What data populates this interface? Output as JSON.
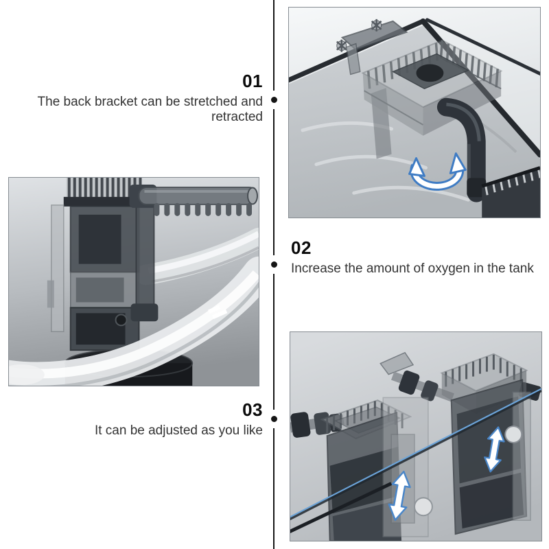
{
  "page": {
    "background": "#ffffff",
    "divider_color": "#151515",
    "accent_blue": "#3f7cc4",
    "waterline_blue": "#6ba3d8",
    "text_color": "#333333",
    "heading_color": "#0b0b0b"
  },
  "sections": [
    {
      "number": "01",
      "caption": "The back bracket can be stretched and retracted"
    },
    {
      "number": "02",
      "caption": "Increase the amount of oxygen in the tank"
    },
    {
      "number": "03",
      "caption": "It can be adjusted as you like"
    }
  ],
  "figures": [
    {
      "id": "rotating-outlet",
      "alt": "Hang-on filter clamped to aquarium rim, outlet tube with rotation arrow",
      "icon": "rotation-arrow-icon"
    },
    {
      "id": "water-spiral",
      "alt": "Filter column with spray bar and spiral water flow around base",
      "icon": "water-spiral-figure"
    },
    {
      "id": "height-adjust",
      "alt": "Two filters at different heights on water line with up-down arrows",
      "icon": "up-down-arrow-icon"
    }
  ]
}
